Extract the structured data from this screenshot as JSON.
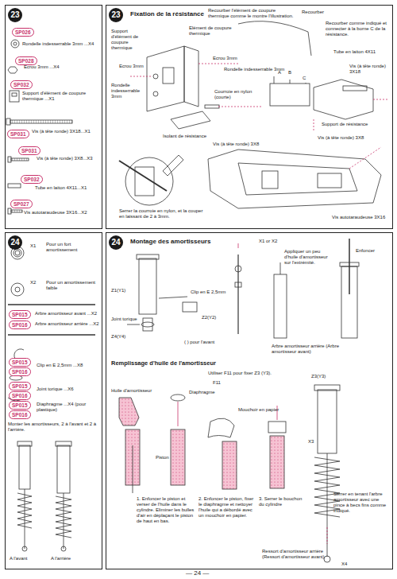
{
  "diagram": {
    "nodes": [
      {
        "text": [
          "23"
        ]
      },
      {
        "text": [
          "SP026"
        ],
        "in": 0
      },
      {
        "text": [
          "SP028"
        ],
        "in": 0
      },
      {
        "text": [
          "SP032"
        ],
        "in": 0
      },
      {
        "text": [
          "SP031"
        ],
        "in": 0
      },
      {
        "text": [
          "SP031"
        ],
        "in": 0
      },
      {
        "text": [
          "SP032"
        ],
        "in": 0
      },
      {
        "text": [
          "SP027"
        ],
        "in": 0
      },
      {
        "text": [
          "23",
          "Fixation de la résistance"
        ]
      },
      {
        "text": [
          "24"
        ]
      },
      {
        "text": [
          "SP015"
        ],
        "in": 9
      },
      {
        "text": [
          "SP016"
        ],
        "in": 9
      },
      {
        "text": [
          "SP015"
        ],
        "in": 9
      },
      {
        "text": [
          "SP016"
        ],
        "in": 9
      },
      {
        "text": [
          "SP015"
        ],
        "in": 9
      },
      {
        "text": [
          "SP016"
        ],
        "in": 9
      },
      {
        "text": [
          "SP015"
        ],
        "in": 9
      },
      {
        "text": [
          "SP016"
        ],
        "in": 9
      },
      {
        "text": [
          "24",
          "Montage des amortisseurs"
        ]
      }
    ],
    "labels": [
      "Rondelle indesserrable 3mm ...X4",
      "Ecrou 3mm ...X4",
      "Support d'élément de coupure thermique ...X1",
      "Vis (à tête ronde) 3X18...X1",
      "Vis (à tête ronde) 3X8...X3",
      "Tube en laiton 4X11...X1",
      "Vis autotaraudeuse 3X16...X2",
      "Recourber l'élément de coupure thermique comme le montre l'illustration.",
      "Recourber",
      "Recourber comme indiqué et connecter à la borne C de la résistance.",
      "Support d'élément de coupure thermique",
      "Elément de coupure thermique",
      "Ecrou 3mm",
      "Rondelle indesserrable 3mm",
      "Ecrou 3mm",
      "Rondelle indesserrable 3mm",
      "Courroie en nylon (courte)",
      "Isolant de résistance",
      "Vis (à tête ronde) 3X8",
      "Tube en laiton 4X11",
      "Vis (à tête ronde) 3X18",
      "A",
      "B",
      "C",
      "Support de résistance",
      "Vis (à tête ronde) 3X8",
      "Serrer la courroie en nylon, et la couper en laissant de 2 à 3mm.",
      "Vis autotaraudeuse 3X16",
      "X1",
      "Pour un fort amortissement",
      "X2",
      "Pour un amortissement faible",
      "Arbre amortisseur avant ...X2",
      "Arbre amortisseur arrière ...X2",
      "Clip en E 2,5mm ...X8",
      "Joint torique ...X6",
      "Diaphragme ...X4 (pour plastique)",
      "Monter les amortisseurs, 2 à l'avant et 2 à l'arrière.",
      "A l'avant",
      "A l'arrière",
      "X1 or X2",
      "Appliquer un peu d'huile d'amortisseur sur l'extrémité.",
      "Enfoncer",
      "Z1(Y1)",
      "Clip en E 2,5mm",
      "Joint torique",
      "Z2(Y2)",
      "Z4(Y4)",
      "( ) pour l'avant",
      "Arbre amortisseur arrière (Arbre amortisseur avant)",
      "Remplissage d'huile de l'amortisseur",
      "Utiliser F11 pour fixer Z3 (Y3).",
      "Z3(Y3)",
      "F11",
      "Huile d'amortisseur",
      "Diaphragme",
      "Mouchoir en papier",
      "Piston",
      "X3",
      "1. Enfoncer le piston et verser de l'huile dans le cylindre. Eliminer les bulles d'air en déplaçant le piston de haut en bas.",
      "2. Enfoncer le piston, fixer le diaphragme et nettoyer l'huile qui a débordé avec un mouchoir en papier.",
      "3. Serrer le bouchon du cylindre",
      "Serrer en tenant l'arbre amortisseur avec une pince à becs fins comme indiqué.",
      "Ressort d'amortisseur arrière (Ressort d'amortisseur avant)",
      "X4",
      "— 24 —"
    ]
  }
}
